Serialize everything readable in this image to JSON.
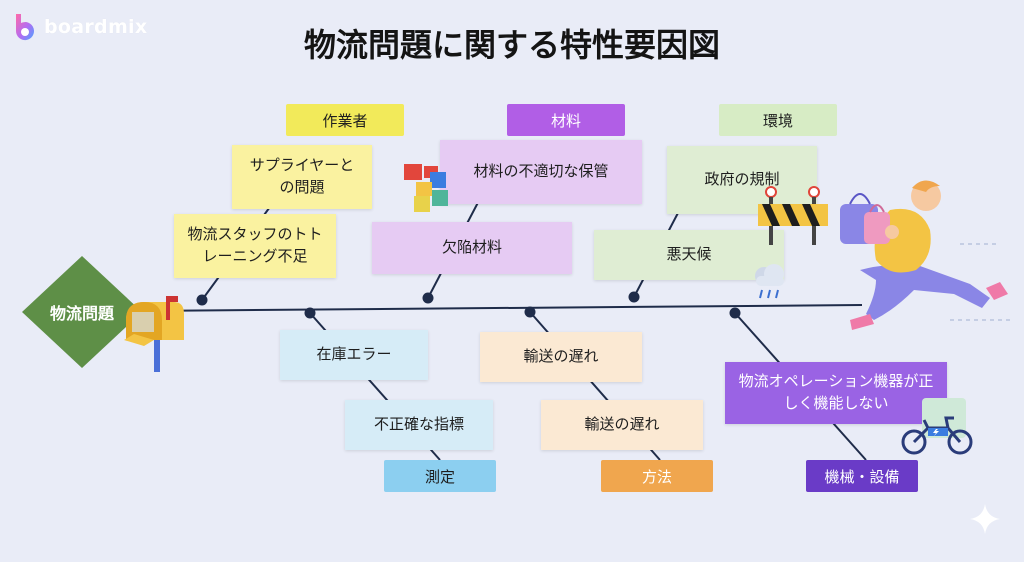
{
  "app": {
    "brand": "boardmix"
  },
  "title": "物流問題に関する特性要因図",
  "head": {
    "label": "物流問題",
    "color": "#5e8f47"
  },
  "categories": {
    "worker": {
      "label": "作業者",
      "color": "#f2ea5a"
    },
    "material": {
      "label": "材料",
      "color": "#b15ee6"
    },
    "environment": {
      "label": "環境",
      "color": "#d7ecc5"
    },
    "measurement": {
      "label": "測定",
      "color": "#8ccff0"
    },
    "method": {
      "label": "方法",
      "color": "#f0a64e"
    },
    "machine": {
      "label": "機械・設備",
      "color": "#6a3bc7"
    }
  },
  "causes": {
    "worker_1": "サプライヤーとの問題",
    "worker_2": "物流スタッフのトトレーニング不足",
    "material_1": "材料の不適切な保管",
    "material_2": "欠陥材料",
    "environment_1": "政府の規制",
    "environment_2": "悪天候",
    "measurement_1": "在庫エラー",
    "measurement_2": "不正確な指標",
    "method_1": "輸送の遅れ",
    "method_2": "輸送の遅れ",
    "machine_1": "物流オペレーション機器が正しく機能しない"
  },
  "colors": {
    "spine": "#1f2c4a",
    "yellow_note": "#faf2a0",
    "purple_note": "#e6cbf3",
    "green_note": "#dfedd3",
    "blue_note": "#d6ecf7",
    "orange_note": "#fbe9d3",
    "machine_note": "#9a63e4"
  }
}
